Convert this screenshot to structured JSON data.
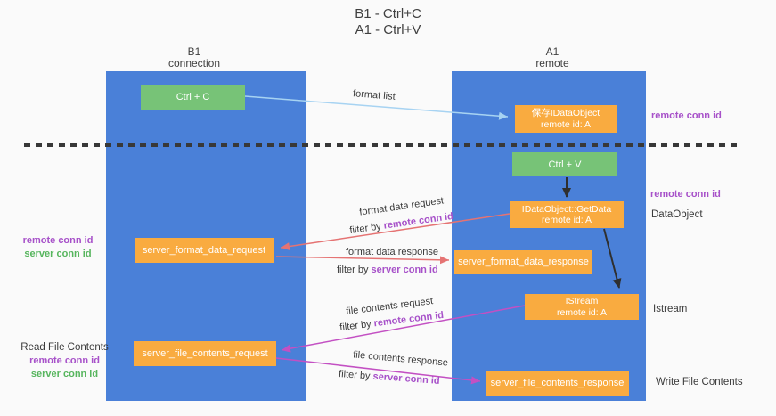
{
  "title": {
    "line1": "B1 - Ctrl+C",
    "line2": "A1 - Ctrl+V"
  },
  "lifelines": {
    "b1": {
      "name": "B1",
      "sub": "connection"
    },
    "a1": {
      "name": "A1",
      "sub": "remote"
    }
  },
  "nodes": {
    "ctrl_c": "Ctrl + C",
    "ctrl_v": "Ctrl + V",
    "save_dataobject": {
      "line1": "保存IDataObject",
      "line2": "remote id: A"
    },
    "getdata": {
      "line1": "IDataObject::GetData",
      "line2": "remote id: A"
    },
    "istream": {
      "line1": "IStream",
      "line2": "remote id: A"
    },
    "server_format_data_request": "server_format_data_request",
    "server_format_data_response": "server_format_data_response",
    "server_file_contents_request": "server_file_contents_request",
    "server_file_contents_response": "server_file_contents_response"
  },
  "flow_labels": {
    "format_list": "format list",
    "format_data_request": "format data request",
    "format_data_response": "format data response",
    "file_contents_request": "file contents request",
    "file_contents_response": "file contents response",
    "filter_by": "filter by ",
    "remote_conn_id": "remote conn id",
    "server_conn_id": "server conn id"
  },
  "annotations": {
    "left": {
      "remote_conn_id": "remote conn id",
      "server_conn_id": "server conn id",
      "read_file_contents": "Read File Contents"
    },
    "right": {
      "remote_conn_id_1": "remote conn id",
      "remote_conn_id_2": "remote conn id",
      "dataobject": "DataObject",
      "istream": "Istream",
      "write_file_contents": "Write File Contents"
    }
  },
  "colors": {
    "lifeline_blue": "#4a80d8",
    "action_green": "#77c377",
    "message_orange": "#f9ab40",
    "arrow_lightblue": "#a7d3f2",
    "arrow_salmon": "#e57373",
    "arrow_magenta": "#c350c3",
    "arrow_black": "#2f2f2f",
    "text_purple": "#a751c9",
    "text_green": "#56b55d"
  }
}
